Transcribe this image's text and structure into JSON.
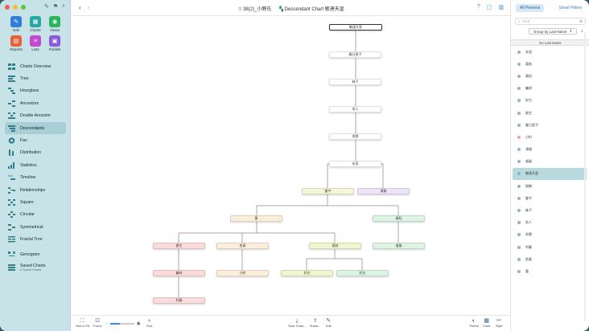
{
  "toolbar": {
    "back_icon": "chevron-left",
    "forward_icon": "chevron-right",
    "document_title": "38(2)_小野氏",
    "chart_title": "Descendant Chart 敏達天皇"
  },
  "sidebar": {
    "top_buttons": [
      {
        "label": "Edit",
        "icon": "pencil-icon",
        "color": "#2f7fd6"
      },
      {
        "label": "Charts",
        "icon": "charts-icon",
        "color": "#28a8a0"
      },
      {
        "label": "Views",
        "icon": "eye-icon",
        "color": "#2bb45a"
      },
      {
        "label": "Reports",
        "icon": "reports-icon",
        "color": "#e7623a"
      },
      {
        "label": "Lists",
        "icon": "lists-icon",
        "color": "#c24ad0"
      },
      {
        "label": "Publish",
        "icon": "publish-icon",
        "color": "#8a5ad8"
      }
    ],
    "items": [
      {
        "label": "Charts Overview",
        "icon": "grid-icon"
      },
      {
        "label": "Tree",
        "icon": "tree-icon"
      },
      {
        "label": "Hourglass",
        "icon": "hourglass-icon"
      },
      {
        "label": "Ancestors",
        "icon": "ancestors-icon"
      },
      {
        "label": "Double Ancestor",
        "icon": "double-ancestor-icon"
      },
      {
        "label": "Descendants",
        "icon": "descendants-icon"
      },
      {
        "label": "Fan",
        "icon": "fan-icon"
      },
      {
        "label": "Distribution",
        "icon": "distribution-icon"
      },
      {
        "label": "Statistics",
        "icon": "statistics-icon"
      },
      {
        "label": "Timeline",
        "icon": "timeline-icon"
      },
      {
        "label": "Relationships",
        "icon": "relationships-icon"
      },
      {
        "label": "Square",
        "icon": "square-icon"
      },
      {
        "label": "Circular",
        "icon": "circular-icon"
      },
      {
        "label": "Symmetrical",
        "icon": "symmetrical-icon"
      },
      {
        "label": "Fractal Tree",
        "icon": "fractal-tree-icon"
      },
      {
        "label": "Genogram",
        "icon": "genogram-icon"
      },
      {
        "label": "Saved Charts",
        "icon": "saved-charts-icon"
      }
    ],
    "selected": "Descendants",
    "saved_sub": "0 Saved Charts"
  },
  "chart": {
    "nodes": [
      {
        "id": "root",
        "name": "敏達天皇",
        "style": "root"
      },
      {
        "id": "n1",
        "name": "春日皇子",
        "style": "white"
      },
      {
        "id": "n2",
        "name": "妹子",
        "style": "white"
      },
      {
        "id": "n3",
        "name": "毛人",
        "style": "white"
      },
      {
        "id": "n4",
        "name": "毛野",
        "style": "white"
      },
      {
        "id": "n5",
        "name": "永見",
        "style": "white"
      },
      {
        "id": "n6",
        "name": "峯守",
        "style": "yellow"
      },
      {
        "id": "n7",
        "name": "滝雄",
        "style": "purple"
      },
      {
        "id": "n8",
        "name": "篁",
        "style": "peach"
      },
      {
        "id": "n9",
        "name": "真紀",
        "style": "green"
      },
      {
        "id": "n10",
        "name": "俊生",
        "style": "red"
      },
      {
        "id": "n11",
        "name": "良真",
        "style": "peach"
      },
      {
        "id": "n12",
        "name": "葛絃",
        "style": "lime"
      },
      {
        "id": "n13",
        "name": "道風",
        "style": "green"
      },
      {
        "id": "n14",
        "name": "義材",
        "style": "red"
      },
      {
        "id": "n15",
        "name": "小町",
        "style": "peach"
      },
      {
        "id": "n16",
        "name": "好古",
        "style": "lime"
      },
      {
        "id": "n17",
        "name": "好古",
        "style": "green"
      },
      {
        "id": "n18",
        "name": "利春",
        "style": "red"
      }
    ]
  },
  "bottombar": {
    "buttons": [
      {
        "label": "Size to Fit",
        "icon": "size-to-fit-icon"
      },
      {
        "label": "Focus",
        "icon": "focus-icon"
      },
      {
        "label": "Find",
        "icon": "find-icon"
      },
      {
        "label": "Save Chart...",
        "icon": "save-chart-icon"
      },
      {
        "label": "Share...",
        "icon": "share-icon"
      },
      {
        "label": "Edit",
        "icon": "edit-icon"
      },
      {
        "label": "Theme",
        "icon": "theme-icon"
      },
      {
        "label": "Chart",
        "icon": "chart-icon"
      },
      {
        "label": "Style",
        "icon": "style-icon"
      }
    ],
    "zoom_level": 0.4
  },
  "rightpanel": {
    "tabs": [
      "All Persons",
      "Smart Filters"
    ],
    "search_placeholder": "Find",
    "group_label": "Group by Last Name",
    "section_label": "No Last Name",
    "persons": [
      {
        "name": "永見",
        "gender": "m"
      },
      {
        "name": "葛絃",
        "gender": "m"
      },
      {
        "name": "真紀",
        "gender": "m"
      },
      {
        "name": "義材",
        "gender": "m"
      },
      {
        "name": "好古",
        "gender": "m"
      },
      {
        "name": "俊生",
        "gender": "m"
      },
      {
        "name": "春日皇子",
        "gender": "m"
      },
      {
        "name": "小町",
        "gender": "f"
      },
      {
        "name": "滝雄",
        "gender": "m"
      },
      {
        "name": "道風",
        "gender": "m"
      },
      {
        "name": "敏達天皇",
        "gender": "m"
      },
      {
        "name": "保樹",
        "gender": "m"
      },
      {
        "name": "峯守",
        "gender": "m"
      },
      {
        "name": "妹子",
        "gender": "m"
      },
      {
        "name": "毛人",
        "gender": "m"
      },
      {
        "name": "毛野",
        "gender": "m"
      },
      {
        "name": "利春",
        "gender": "m"
      },
      {
        "name": "良真",
        "gender": "m"
      },
      {
        "name": "篁",
        "gender": "m"
      }
    ],
    "selected_person": "敏達天皇"
  }
}
